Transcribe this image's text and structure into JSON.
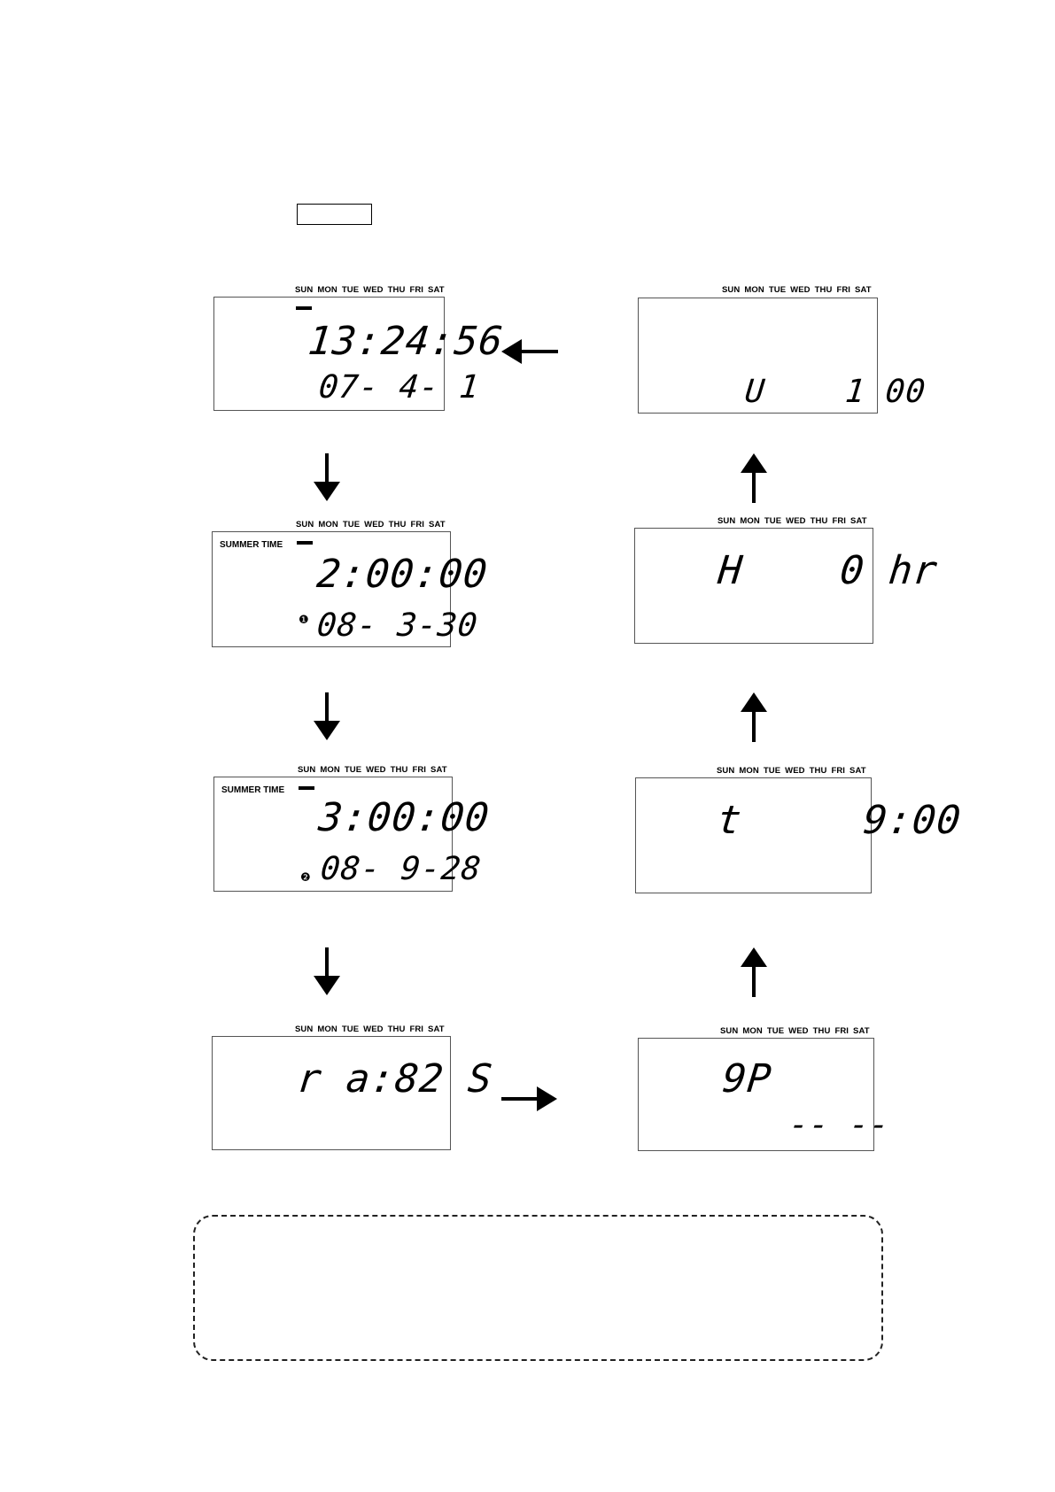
{
  "days": [
    "SUN",
    "MON",
    "TUE",
    "WED",
    "THU",
    "FRI",
    "SAT"
  ],
  "panels": [
    {
      "id": "p1",
      "top_label": "",
      "marker": "",
      "line1": "13:24:56",
      "line2": "07- 4- 1"
    },
    {
      "id": "p2",
      "top_label": "SUMMER TIME",
      "marker": "❶",
      "line1": "2:00:00",
      "line2": "08- 3-30"
    },
    {
      "id": "p3",
      "top_label": "SUMMER TIME",
      "marker": "❷",
      "line1": "3:00:00",
      "line2": "08- 9-28"
    },
    {
      "id": "p4",
      "top_label": "",
      "marker": "",
      "line1": "r a:82 S",
      "line2": ""
    },
    {
      "id": "p5",
      "top_label": "",
      "marker": "",
      "line1": "9P",
      "line2": "-- --"
    },
    {
      "id": "p6",
      "top_label": "",
      "marker": "",
      "line1": "t     9:00",
      "line2": ""
    },
    {
      "id": "p7",
      "top_label": "",
      "marker": "",
      "line1": "H    0 hr",
      "line2": ""
    },
    {
      "id": "p8",
      "top_label": "",
      "marker": "",
      "line1": "",
      "line2": "U    1 00"
    }
  ],
  "colors": {
    "ink": "#000000",
    "panel_border": "#555555",
    "background": "#ffffff"
  },
  "icons": {
    "arrow": "arrow-icon"
  }
}
